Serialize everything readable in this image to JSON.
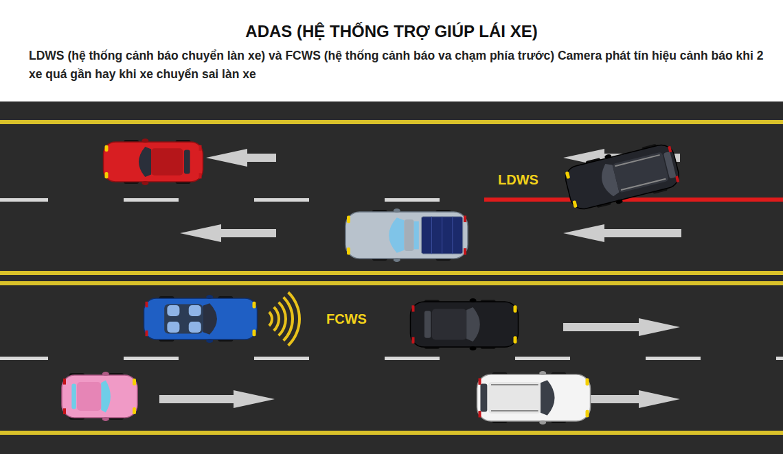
{
  "diagram": {
    "title": "ADAS (HỆ THỐNG TRỢ GIÚP LÁI XE)",
    "labels": [
      "LDWS (hệ thống cảnh báo chuyển làn xe) và FCWS (hệ thống cảnh báo va chạm phía trước) Camera phát tín hiệu cảnh báo khi 2 xe quá gần hay khi xe chuyển sai làn xe",
      "LDWS",
      "FCWS"
    ]
  }
}
